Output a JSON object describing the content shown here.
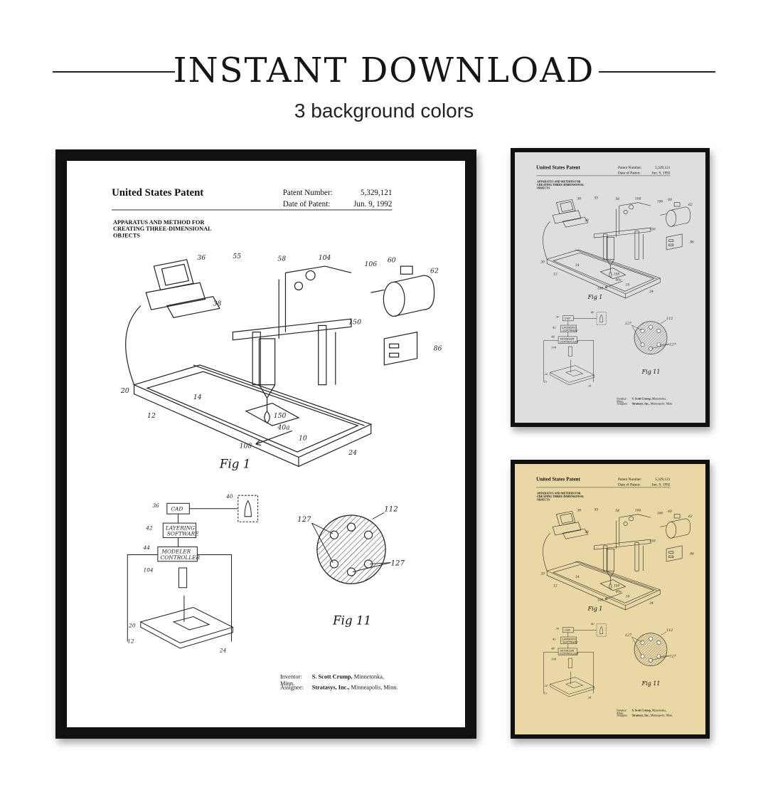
{
  "header": {
    "title": "INSTANT DOWNLOAD",
    "subtitle": "3 background colors"
  },
  "patent": {
    "office": "United States Patent",
    "number_label": "Patent Number:",
    "number": "5,329,121",
    "date_label": "Date of Patent:",
    "date": "Jun. 9, 1992",
    "title": "APPARATUS AND METHOD FOR CREATING THREE-DIMENSIONAL OBJECTS",
    "fig1_caption": "Fig 1",
    "fig11_caption": "Fig 11",
    "inventor_label": "Inventor:",
    "inventor_name": "S. Scott Crump,",
    "inventor_place": "Minnetonka, Minn.",
    "assignee_label": "Assignee:",
    "assignee_name": "Stratasys, Inc.,",
    "assignee_place": "Minneapolis, Minn."
  },
  "background_colors": {
    "white": "#ffffff",
    "gray": "#dedede",
    "parchment": "#e9d7a6"
  }
}
